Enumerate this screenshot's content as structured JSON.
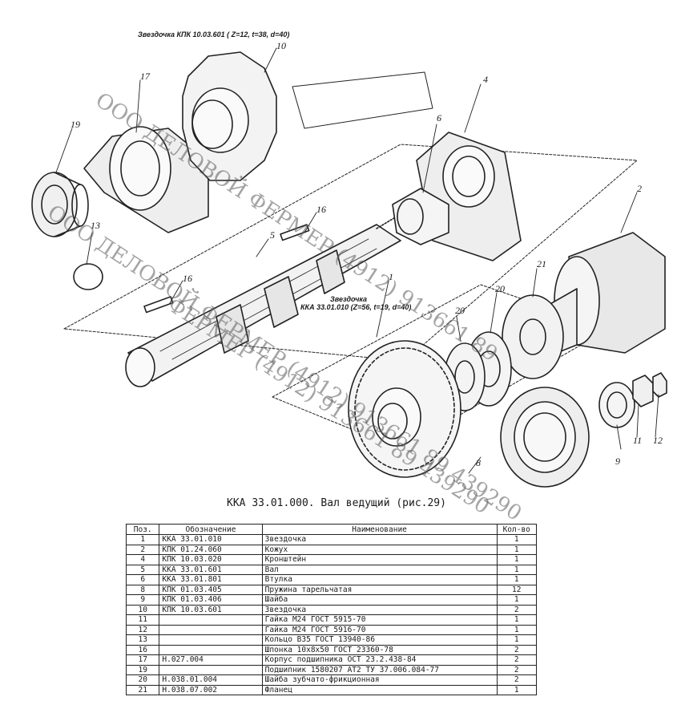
{
  "figure": {
    "sprocket_label_1": "Звездочка КПК 10.03.601 ( Z=12, t=38, d=40)",
    "sprocket_label_2a": "Звездочка",
    "sprocket_label_2b": "ККА 33.01.010 (Z=56, t=19, d=40)",
    "watermark_1": "ООО ДЕЛОВОЙ ФЕРМЕР (4912) 913661 89",
    "watermark_2": "ООО ДЕЛОВОЙ ФЕРМЕР (4912) 913661 89 439290",
    "watermark_3": "ФЕРМЕР (4912) 913661 89 439290",
    "callouts": [
      "10",
      "17",
      "19",
      "13",
      "4",
      "6",
      "2",
      "16",
      "5",
      "16",
      "1",
      "21",
      "20",
      "20",
      "8",
      "9",
      "11",
      "12"
    ]
  },
  "caption": "ККА 33.01.000. Вал ведущий (рис.29)",
  "table": {
    "headers": [
      "Поз.",
      "Обозначение",
      "Наименование",
      "Кол-во"
    ],
    "rows": [
      [
        "1",
        "ККА 33.01.010",
        "Звездочка",
        "1"
      ],
      [
        "2",
        "КПК 01.24.060",
        "Кожух",
        "1"
      ],
      [
        "4",
        "КПК 10.03.020",
        "Кронштейн",
        "1"
      ],
      [
        "5",
        "ККА 33.01.601",
        "Вал",
        "1"
      ],
      [
        "6",
        "ККА 33.01.801",
        "Втулка",
        "1"
      ],
      [
        "8",
        "КПК 01.03.405",
        "Пружина тарельчатая",
        "12"
      ],
      [
        "9",
        "КПК 01.03.406",
        "Шайба",
        "1"
      ],
      [
        "10",
        "КПК 10.03.601",
        "Звездочка",
        "2"
      ],
      [
        "11",
        "",
        "Гайка М24 ГОСТ 5915-70",
        "1"
      ],
      [
        "12",
        "",
        "Гайка М24 ГОСТ 5916-70",
        "1"
      ],
      [
        "13",
        "",
        "Кольцо В35 ГОСТ 13940-86",
        "1"
      ],
      [
        "16",
        "",
        "Шпонка 10х8х50 ГОСТ 23360-78",
        "2"
      ],
      [
        "17",
        "Н.027.004",
        "Корпус подшипника ОСТ 23.2.438-84",
        "2"
      ],
      [
        "19",
        "",
        "Подшипник 1580207 АТ2 ТУ 37.006.084-77",
        "2"
      ],
      [
        "20",
        "Н.038.01.004",
        "Шайба зубчато-фрикционная",
        "2"
      ],
      [
        "21",
        "Н.038.07.002",
        "Фланец",
        "1"
      ]
    ]
  }
}
